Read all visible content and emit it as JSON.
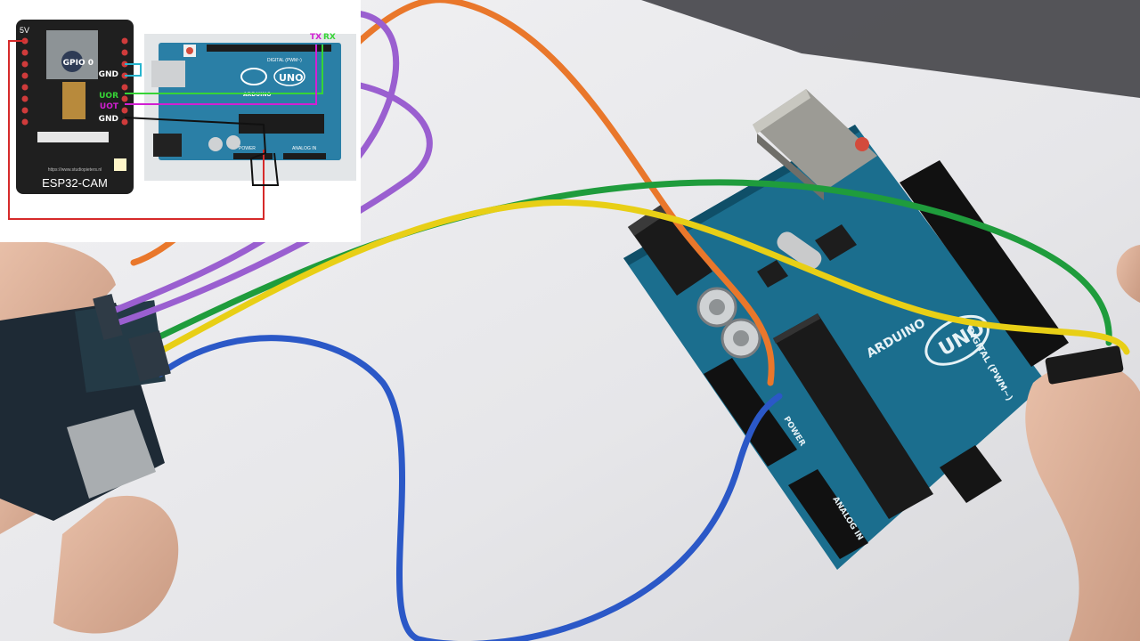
{
  "inset": {
    "esp32": {
      "title": "ESP32-CAM",
      "url": "https://www.studiopieters.nl",
      "pin_5v": "5V",
      "pin_gpio0": "GPIO 0",
      "pin_gnd_top": "GND",
      "pin_uor": "UOR",
      "pin_uot": "UOT",
      "pin_gnd_bottom": "GND"
    },
    "arduino_diagram": {
      "tx": "TX",
      "rx": "RX",
      "brand": "ARDUINO",
      "model": "UNO",
      "header_digital": "DIGITAL (PWM~)",
      "header_power": "POWER",
      "header_analog": "ANALOG IN"
    },
    "wire_colors": {
      "power": "#d62a2a",
      "ground": "#111111",
      "tx": "#d21fd2",
      "rx": "#36d436",
      "gpio0": "#27b5cf"
    }
  },
  "photo": {
    "board_brand": "ARDUINO",
    "board_model": "UNO",
    "board_header_digital": "DIGITAL (PWM~)",
    "board_header_power": "POWER",
    "board_header_analog": "ANALOG IN",
    "wire_colors": {
      "orange": "#e9772b",
      "purple": "#9a5fd0",
      "green": "#1f9c3c",
      "yellow": "#e8cf16",
      "blue": "#2b58c7",
      "board": "#1b6e8e"
    }
  }
}
